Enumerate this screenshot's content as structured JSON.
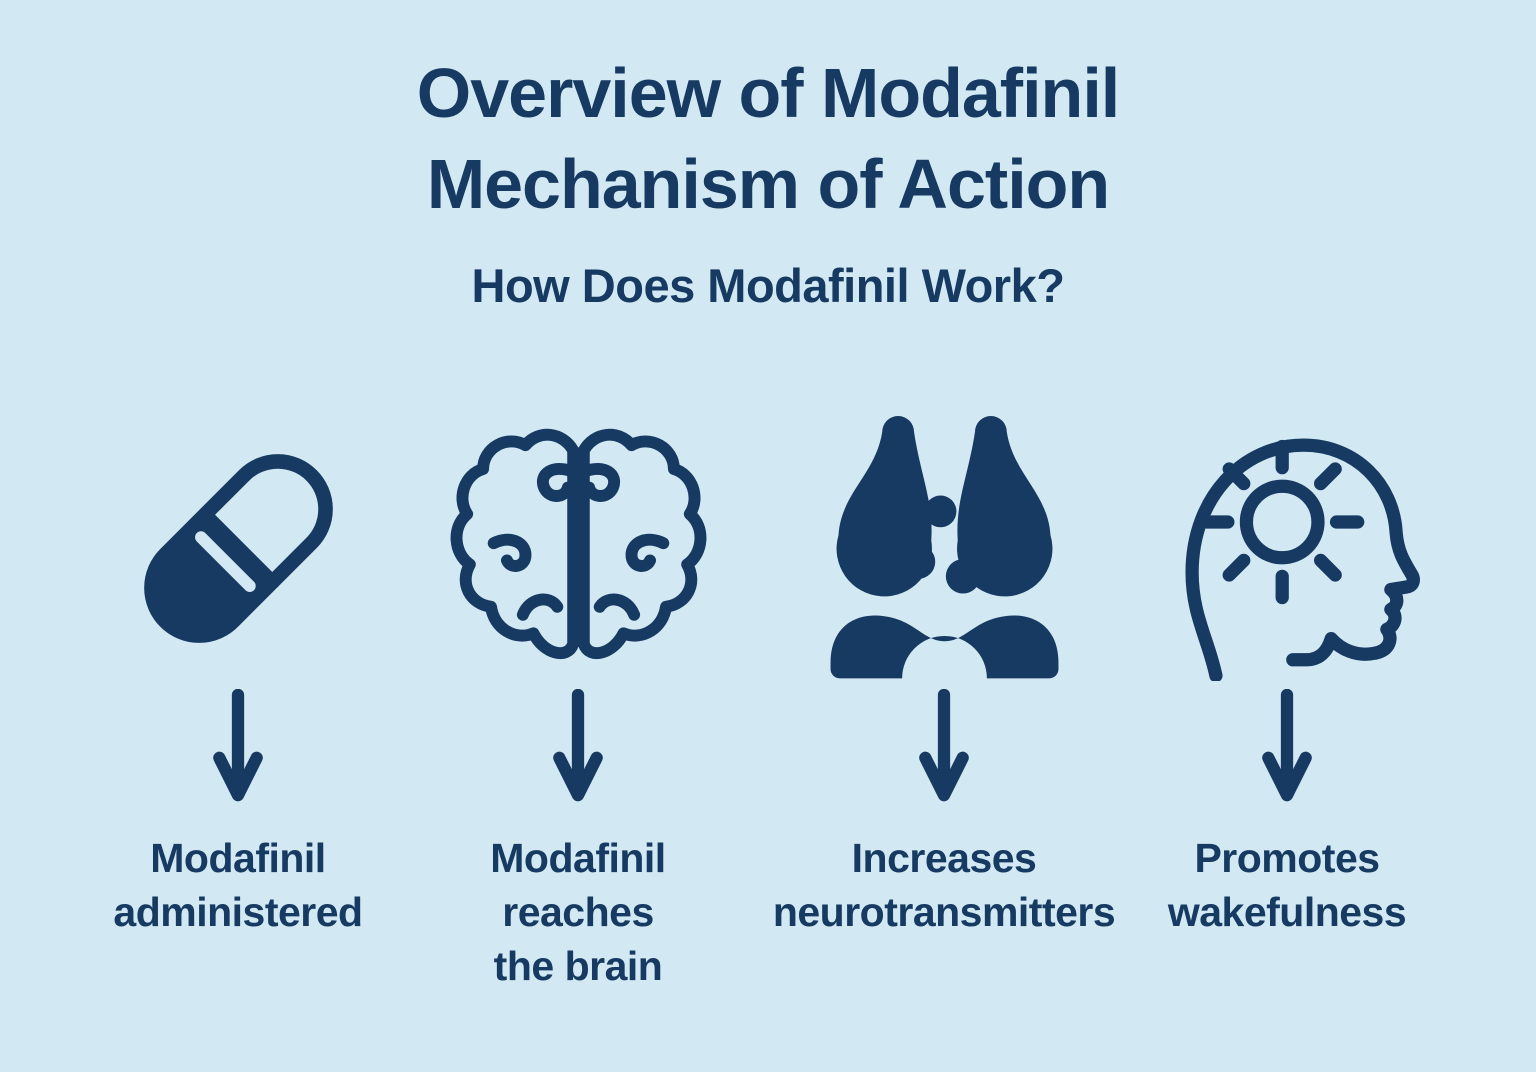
{
  "colors": {
    "background": "#d2e8f2",
    "ink": "#173a63"
  },
  "header": {
    "title": "Overview of Modafinil\nMechanism of Action",
    "subtitle": "How Does Modafinil Work?"
  },
  "steps": [
    {
      "icon": "pill-capsule-icon",
      "arrow_icon": "down-arrow-icon",
      "label": "Modafinil\nadministered"
    },
    {
      "icon": "brain-icon",
      "arrow_icon": "down-arrow-icon",
      "label": "Modafinil\nreaches\nthe brain"
    },
    {
      "icon": "synapse-icon",
      "arrow_icon": "down-arrow-icon",
      "label": "Increases\nneurotransmitters"
    },
    {
      "icon": "head-wakefulness-icon",
      "arrow_icon": "down-arrow-icon",
      "label": "Promotes\nwakefulness"
    }
  ]
}
